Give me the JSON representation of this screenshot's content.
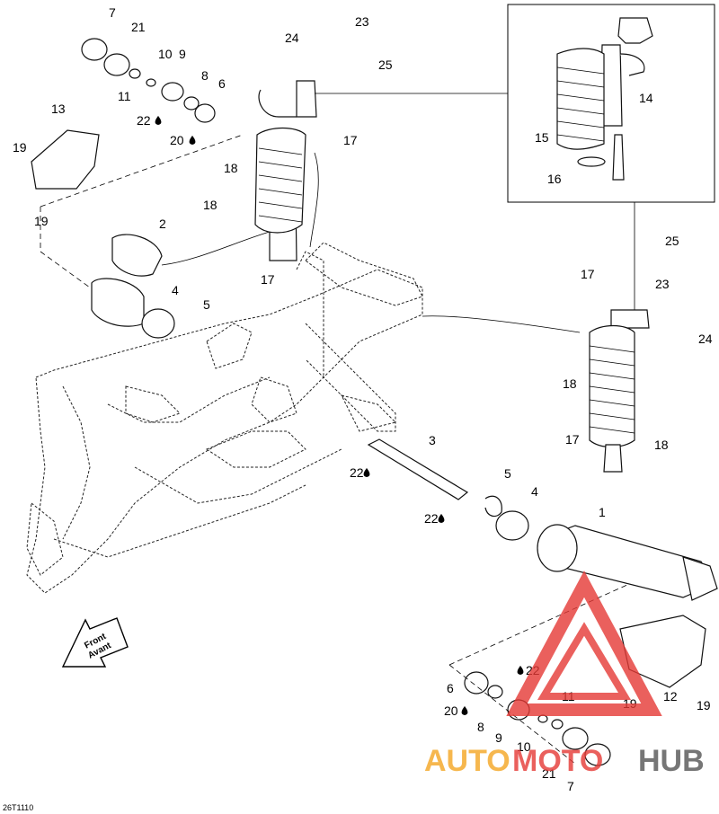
{
  "diagram": {
    "reference_code": "26T1110",
    "front_label_line1": "Front",
    "front_label_line2": "Avant"
  },
  "callouts": {
    "c1": "1",
    "c2": "2",
    "c3": "3",
    "c4a": "4",
    "c4b": "4",
    "c5a": "5",
    "c5b": "5",
    "c6a": "6",
    "c6b": "6",
    "c7a": "7",
    "c7b": "7",
    "c8a": "8",
    "c8b": "8",
    "c9a": "9",
    "c9b": "9",
    "c10a": "10",
    "c10b": "10",
    "c11a": "11",
    "c11b": "11",
    "c12": "12",
    "c13": "13",
    "c14": "14",
    "c15": "15",
    "c16": "16",
    "c17a": "17",
    "c17b": "17",
    "c17c": "17",
    "c17d": "17",
    "c18a": "18",
    "c18b": "18",
    "c18c": "18",
    "c18d": "18",
    "c19a": "19",
    "c19b": "19",
    "c19c": "19",
    "c19d": "19",
    "c20a": "20",
    "c20b": "20",
    "c21a": "21",
    "c21b": "21",
    "c22a": "22",
    "c22b": "22",
    "c22c": "22",
    "c22d": "22",
    "c23a": "23",
    "c23b": "23",
    "c24a": "24",
    "c24b": "24",
    "c25a": "25",
    "c25b": "25"
  },
  "watermark": {
    "word_part1": "AUTO",
    "word_part2": "MOTO",
    "word_part3": "HUB",
    "color_red": "#e53935",
    "color_orange": "#f5a623",
    "color_gray": "#555555"
  },
  "icons": {
    "lubricant": "oil-drop-icon",
    "direction": "front-arrow-icon"
  }
}
